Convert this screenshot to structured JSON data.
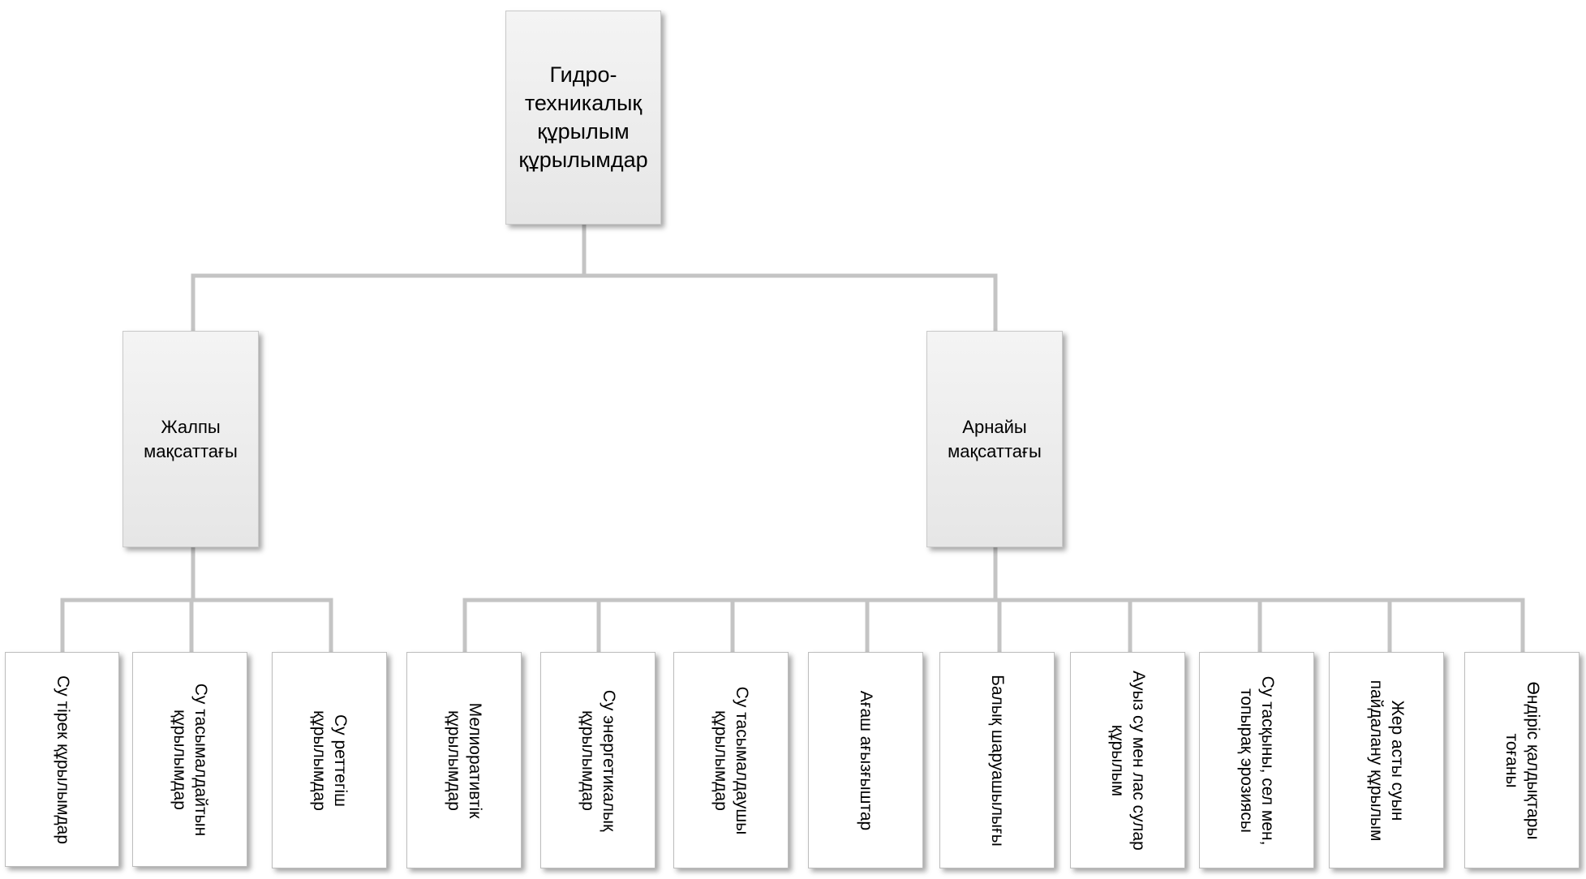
{
  "colors": {
    "connector": "#c4c4c4",
    "box_fill": "#e8e8e8",
    "leaf_fill": "#ffffff",
    "text": "#000000"
  },
  "root": {
    "label": "Гидро-\nтехникалық\nқұрылым\nқұрылымдар"
  },
  "categories": [
    {
      "label": "Жалпы\nмақсаттағы",
      "items": [
        "Су тірек құрылымдар",
        "Су тасымалдайтын\nқұрылымдар",
        "Су реттегіш\nқұрылымдар"
      ]
    },
    {
      "label": "Арнайы\nмақсаттағы",
      "items": [
        "Мелиоративтік\nқұрылымдар",
        "Су энергетикалық\nқұрылымдар",
        "Су тасымалдаушы\nқұрылымдар",
        "Ағаш ағызғыштар",
        "Балық шаруашылығы",
        "Ауыз су мен лас сулар\nқұрылым",
        "Су тасқыны, сел мен,\nтопырақ эрозиясы",
        "Жер асты суын\nпайдалану құрылым",
        "Өндіріс қалдықтары\nтоғаны"
      ]
    }
  ]
}
